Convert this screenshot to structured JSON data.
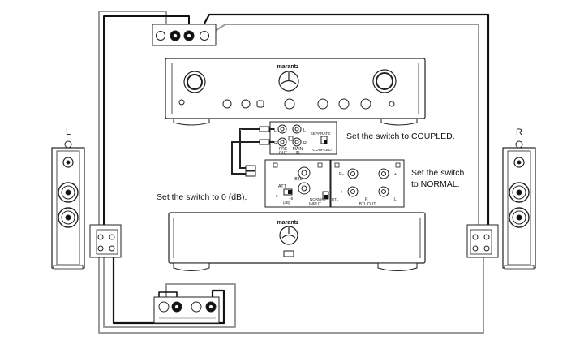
{
  "speaker_left": {
    "label": "L"
  },
  "speaker_right": {
    "label": "R"
  },
  "brand": "marantz",
  "notes": {
    "coupled": "Set the switch to COUPLED.",
    "normal_line1": "Set the switch",
    "normal_line2": "to NORMAL.",
    "att": "Set the switch to 0 (dB)."
  },
  "pre_main_panel": {
    "left_channel": "L",
    "right_channel": "R",
    "pre_out_line1": "PRE",
    "pre_out_line2": "OUT",
    "main_in_line1": "MAIN",
    "main_in_line2": "IN",
    "separate": "SEPARATE",
    "coupled": "COUPLED"
  },
  "input_panel": {
    "btl": "(BTL)",
    "att": "ATT",
    "db": "(dB)",
    "normal": "NORMAL",
    "btl_switch": "BTL",
    "input": "INPUT",
    "btl_out": "BTL OUT",
    "r_minus": "R−",
    "r_label": "R",
    "l_label": "L",
    "plus_a": "+",
    "plus_b": "+",
    "zero": "0",
    "minus_six": "−6"
  },
  "colors": {
    "cable_black": "#111111",
    "cable_gray": "#9a9a9a",
    "panel_stroke": "#222222"
  }
}
